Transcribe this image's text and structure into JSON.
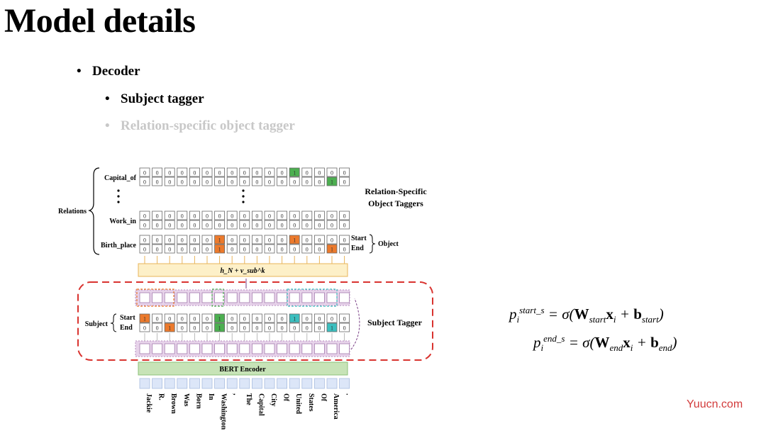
{
  "slide": {
    "title": "Model details",
    "bullets": [
      "Decoder",
      "Subject tagger",
      "Relation-specific object tagger"
    ]
  },
  "diagram": {
    "relations_label": "Relations",
    "relation_names": [
      "Capital_of",
      "Work_in",
      "Birth_place"
    ],
    "relation_taggers_label": [
      "Relation-Specific",
      "Object Taggers"
    ],
    "start_label": "Start",
    "end_label": "End",
    "object_label": "Object",
    "subject_label": "Subject",
    "subject_tagger_label": "Subject Tagger",
    "encoder_label": "BERT Encoder",
    "fusion_label": "h_N + v_sub^k",
    "tokens": [
      "Jackie",
      "R.",
      "Brown",
      "Was",
      "Born",
      "In",
      "Washington",
      ",",
      "The",
      "Capital",
      "City",
      "Of",
      "United",
      "States",
      "Of",
      "America",
      "."
    ],
    "rows": {
      "capital_of_start": [
        0,
        0,
        0,
        0,
        0,
        0,
        0,
        0,
        0,
        0,
        0,
        0,
        1,
        0,
        0,
        0,
        0
      ],
      "capital_of_end": [
        0,
        0,
        0,
        0,
        0,
        0,
        0,
        0,
        0,
        0,
        0,
        0,
        0,
        0,
        0,
        1,
        0
      ],
      "work_in_start": [
        0,
        0,
        0,
        0,
        0,
        0,
        0,
        0,
        0,
        0,
        0,
        0,
        0,
        0,
        0,
        0,
        0
      ],
      "work_in_end": [
        0,
        0,
        0,
        0,
        0,
        0,
        0,
        0,
        0,
        0,
        0,
        0,
        0,
        0,
        0,
        0,
        0
      ],
      "birth_place_start": [
        0,
        0,
        0,
        0,
        0,
        0,
        1,
        0,
        0,
        0,
        0,
        0,
        1,
        0,
        0,
        0,
        0
      ],
      "birth_place_end": [
        0,
        0,
        0,
        0,
        0,
        0,
        1,
        0,
        0,
        0,
        0,
        0,
        0,
        0,
        0,
        1,
        0
      ],
      "subject_start": [
        1,
        0,
        0,
        0,
        0,
        0,
        1,
        0,
        0,
        0,
        0,
        0,
        1,
        0,
        0,
        0,
        0
      ],
      "subject_end": [
        0,
        0,
        1,
        0,
        0,
        0,
        1,
        0,
        0,
        0,
        0,
        0,
        0,
        0,
        0,
        1,
        0
      ]
    },
    "row_colors": {
      "capital_of_start": "#4caf50",
      "capital_of_end": "#4caf50",
      "birth_place_start": "#ec7a2c",
      "birth_place_end": "#ec7a2c",
      "subject_start": [
        "#ec7a2c",
        "#4caf50",
        "#3bbfbf"
      ],
      "subject_end": [
        "#ec7a2c",
        "#4caf50",
        "#3bbfbf"
      ]
    },
    "colors": {
      "subject_box": "#d9332f",
      "fusion_fill": "#fdf0c8",
      "fusion_border": "#e8b45a",
      "encoder_fill": "#c7e3b7",
      "encoder_border": "#8dc27a",
      "hidden_fill": "#e7d3ea",
      "token_fill": "#dce6f8",
      "orange": "#ec7a2c",
      "green": "#4caf50",
      "teal": "#3bbfbf"
    }
  },
  "formulas": {
    "f1": {
      "lhs_base": "p",
      "lhs_sub": "i",
      "lhs_sup": "start_s",
      "eq": " = σ(",
      "w": "W",
      "w_sub": "start",
      "x": "x",
      "x_sub": "i",
      "plus": " + ",
      "b": "b",
      "b_sub": "start",
      "close": ")"
    },
    "f2": {
      "lhs_base": "p",
      "lhs_sub": "i",
      "lhs_sup": "end_s",
      "eq": " = σ(",
      "w": "W",
      "w_sub": "end",
      "x": "x",
      "x_sub": "i",
      "plus": " + ",
      "b": "b",
      "b_sub": "end",
      "close": ")"
    }
  },
  "watermark": "Yuucn.com"
}
